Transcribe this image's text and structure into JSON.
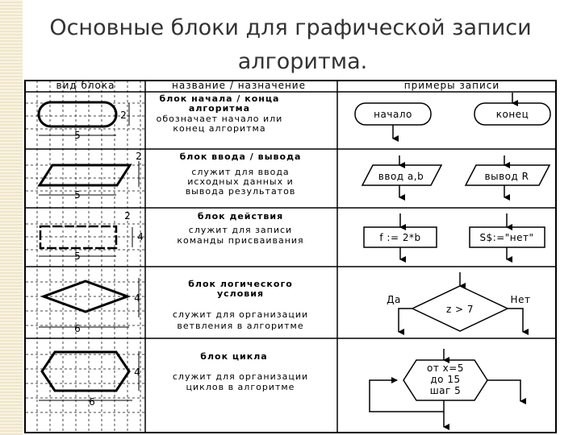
{
  "title": {
    "line1": "Основные блоки для графической записи",
    "line2": "алгоритма."
  },
  "headers": {
    "shape": "вид блока",
    "name": "название / назначение",
    "examples": "примеры записи"
  },
  "rows": [
    {
      "name": [
        "блок начала / конца",
        "алгоритма"
      ],
      "desc": [
        "обозначает начало или",
        "конец алгоритма"
      ],
      "dims": [
        "2",
        "5"
      ],
      "examples": [
        "начало",
        "конец"
      ]
    },
    {
      "name": [
        "блок ввода / вывода"
      ],
      "desc": [
        "служит для ввода",
        "исходных данных и",
        "вывода результатов"
      ],
      "dims": [
        "2",
        "5"
      ],
      "examples": [
        "ввод a,b",
        "вывод R"
      ]
    },
    {
      "name": [
        "блок действия"
      ],
      "desc": [
        "служит для записи",
        "команды присваивания"
      ],
      "dims": [
        "2",
        "4",
        "5"
      ],
      "examples": [
        "f := 2*b",
        "S$:=\"нет\""
      ]
    },
    {
      "name": [
        "блок логического",
        "условия"
      ],
      "desc": [
        "служит для организации",
        "ветвления в алгоритме"
      ],
      "dims": [
        "4",
        "6"
      ],
      "examples": [
        "z > 7"
      ],
      "branches": [
        "Да",
        "Нет"
      ]
    },
    {
      "name": [
        "блок цикла"
      ],
      "desc": [
        "служит для организации",
        "циклов в алгоритме"
      ],
      "dims": [
        "4",
        "6"
      ],
      "loop_lines": [
        "от x=5",
        "до 15",
        "шаг 5"
      ]
    }
  ]
}
